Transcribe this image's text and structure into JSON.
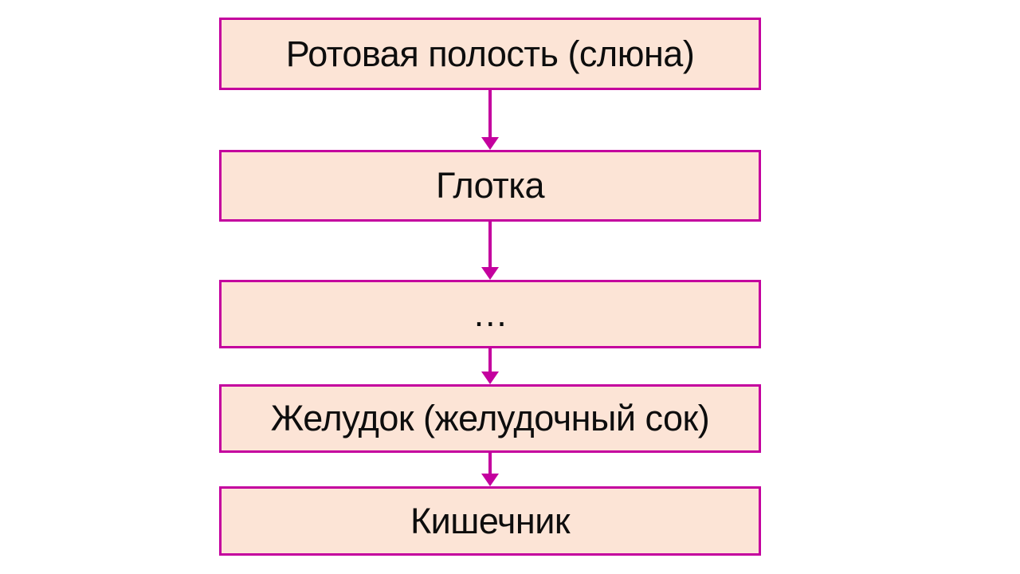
{
  "diagram": {
    "type": "flowchart",
    "direction": "top-down",
    "boxes": [
      {
        "id": 1,
        "label": "Ротовая полость (слюна)"
      },
      {
        "id": 2,
        "label": "Глотка"
      },
      {
        "id": 3,
        "label": "…"
      },
      {
        "id": 4,
        "label": "Желудок (желудочный сок)"
      },
      {
        "id": 5,
        "label": "Кишечник"
      }
    ],
    "connections": [
      {
        "from": 1,
        "to": 2,
        "type": "arrow-down"
      },
      {
        "from": 2,
        "to": 3,
        "type": "arrow-down"
      },
      {
        "from": 3,
        "to": 4,
        "type": "arrow-down"
      },
      {
        "from": 4,
        "to": 5,
        "type": "arrow-down"
      }
    ],
    "colors": {
      "background": "#FFFFFF",
      "box_fill": "#FCE4D6",
      "box_border": "#C4009E",
      "arrow": "#C4009E",
      "text": "#0D0D0D"
    }
  }
}
